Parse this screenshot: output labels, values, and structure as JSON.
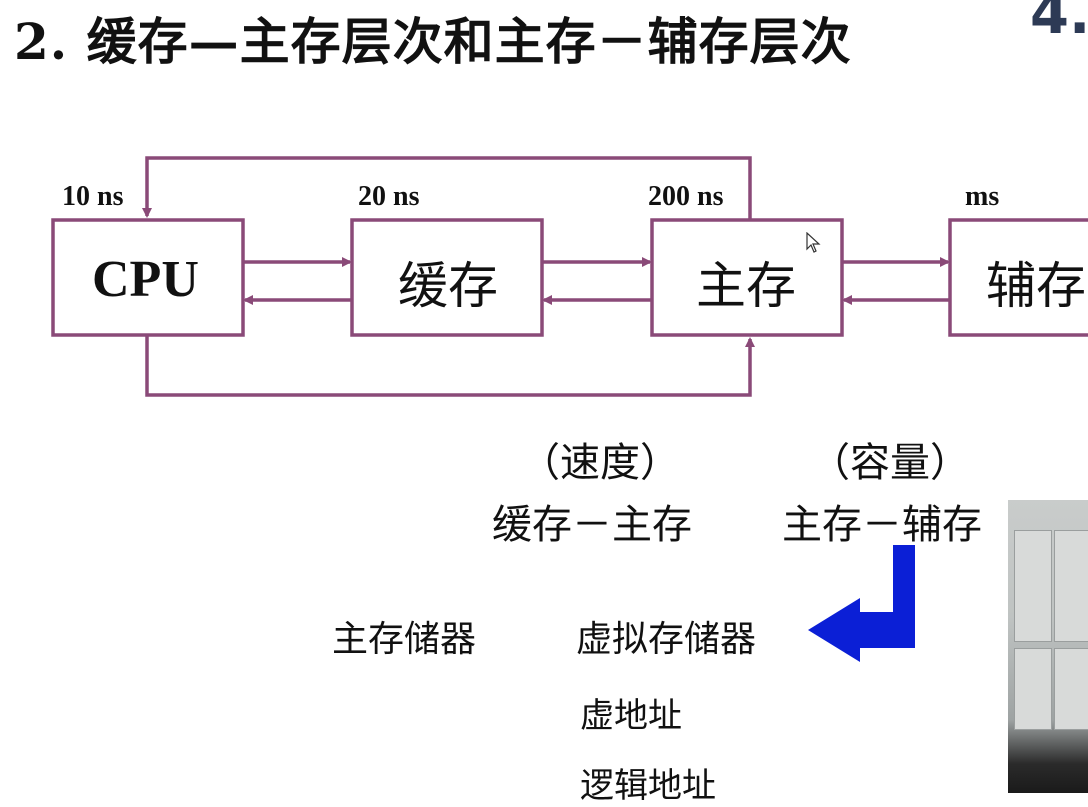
{
  "slide": {
    "title": "2. 缓存—主存层次和主存－辅存层次",
    "corner_text": "4."
  },
  "diagram": {
    "nodes": [
      {
        "id": "cpu",
        "label": "CPU",
        "latency": "10 ns"
      },
      {
        "id": "cache",
        "label": "缓存",
        "latency": "20 ns"
      },
      {
        "id": "main",
        "label": "主存",
        "latency": "200 ns"
      },
      {
        "id": "aux",
        "label": "辅存",
        "latency": "ms"
      }
    ],
    "line_color": "#8a4a78",
    "arrow_color": "#0b1fd6"
  },
  "labels": {
    "speed": "（速度）",
    "capacity": "（容量）",
    "cache_main": "缓存－主存",
    "main_aux": "主存－辅存",
    "main_memory": "主存储器",
    "virtual_memory": "虚拟存储器",
    "virtual_address": "虚地址",
    "logical_address": "逻辑地址"
  }
}
